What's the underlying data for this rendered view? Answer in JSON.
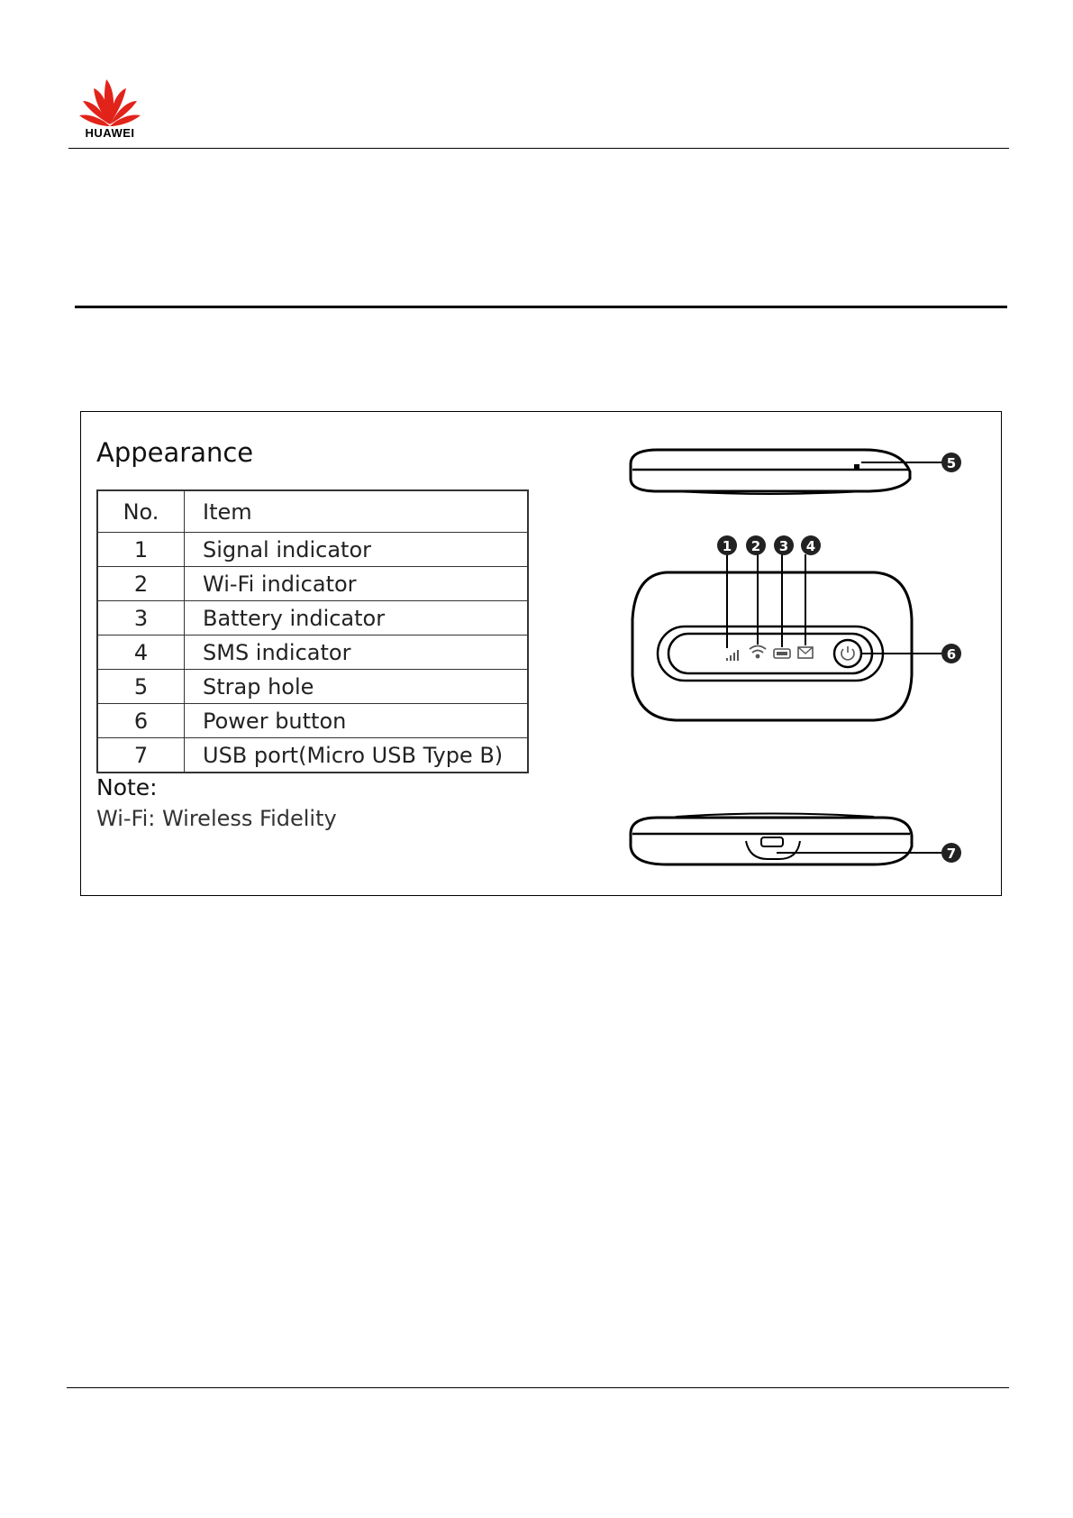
{
  "header": {
    "brand": "HUAWEI"
  },
  "figure": {
    "title": "Appearance",
    "table": {
      "headers": [
        "No.",
        "Item"
      ],
      "rows": [
        [
          "1",
          "Signal indicator"
        ],
        [
          "2",
          "Wi-Fi indicator"
        ],
        [
          "3",
          "Battery indicator"
        ],
        [
          "4",
          "SMS indicator"
        ],
        [
          "5",
          "Strap hole"
        ],
        [
          "6",
          "Power button"
        ],
        [
          "7",
          "USB port(Micro USB Type B)"
        ]
      ]
    },
    "note_title": "Note:",
    "note_text": "Wi-Fi: Wireless Fidelity",
    "callouts": [
      "1",
      "2",
      "3",
      "4",
      "5",
      "6",
      "7"
    ]
  }
}
